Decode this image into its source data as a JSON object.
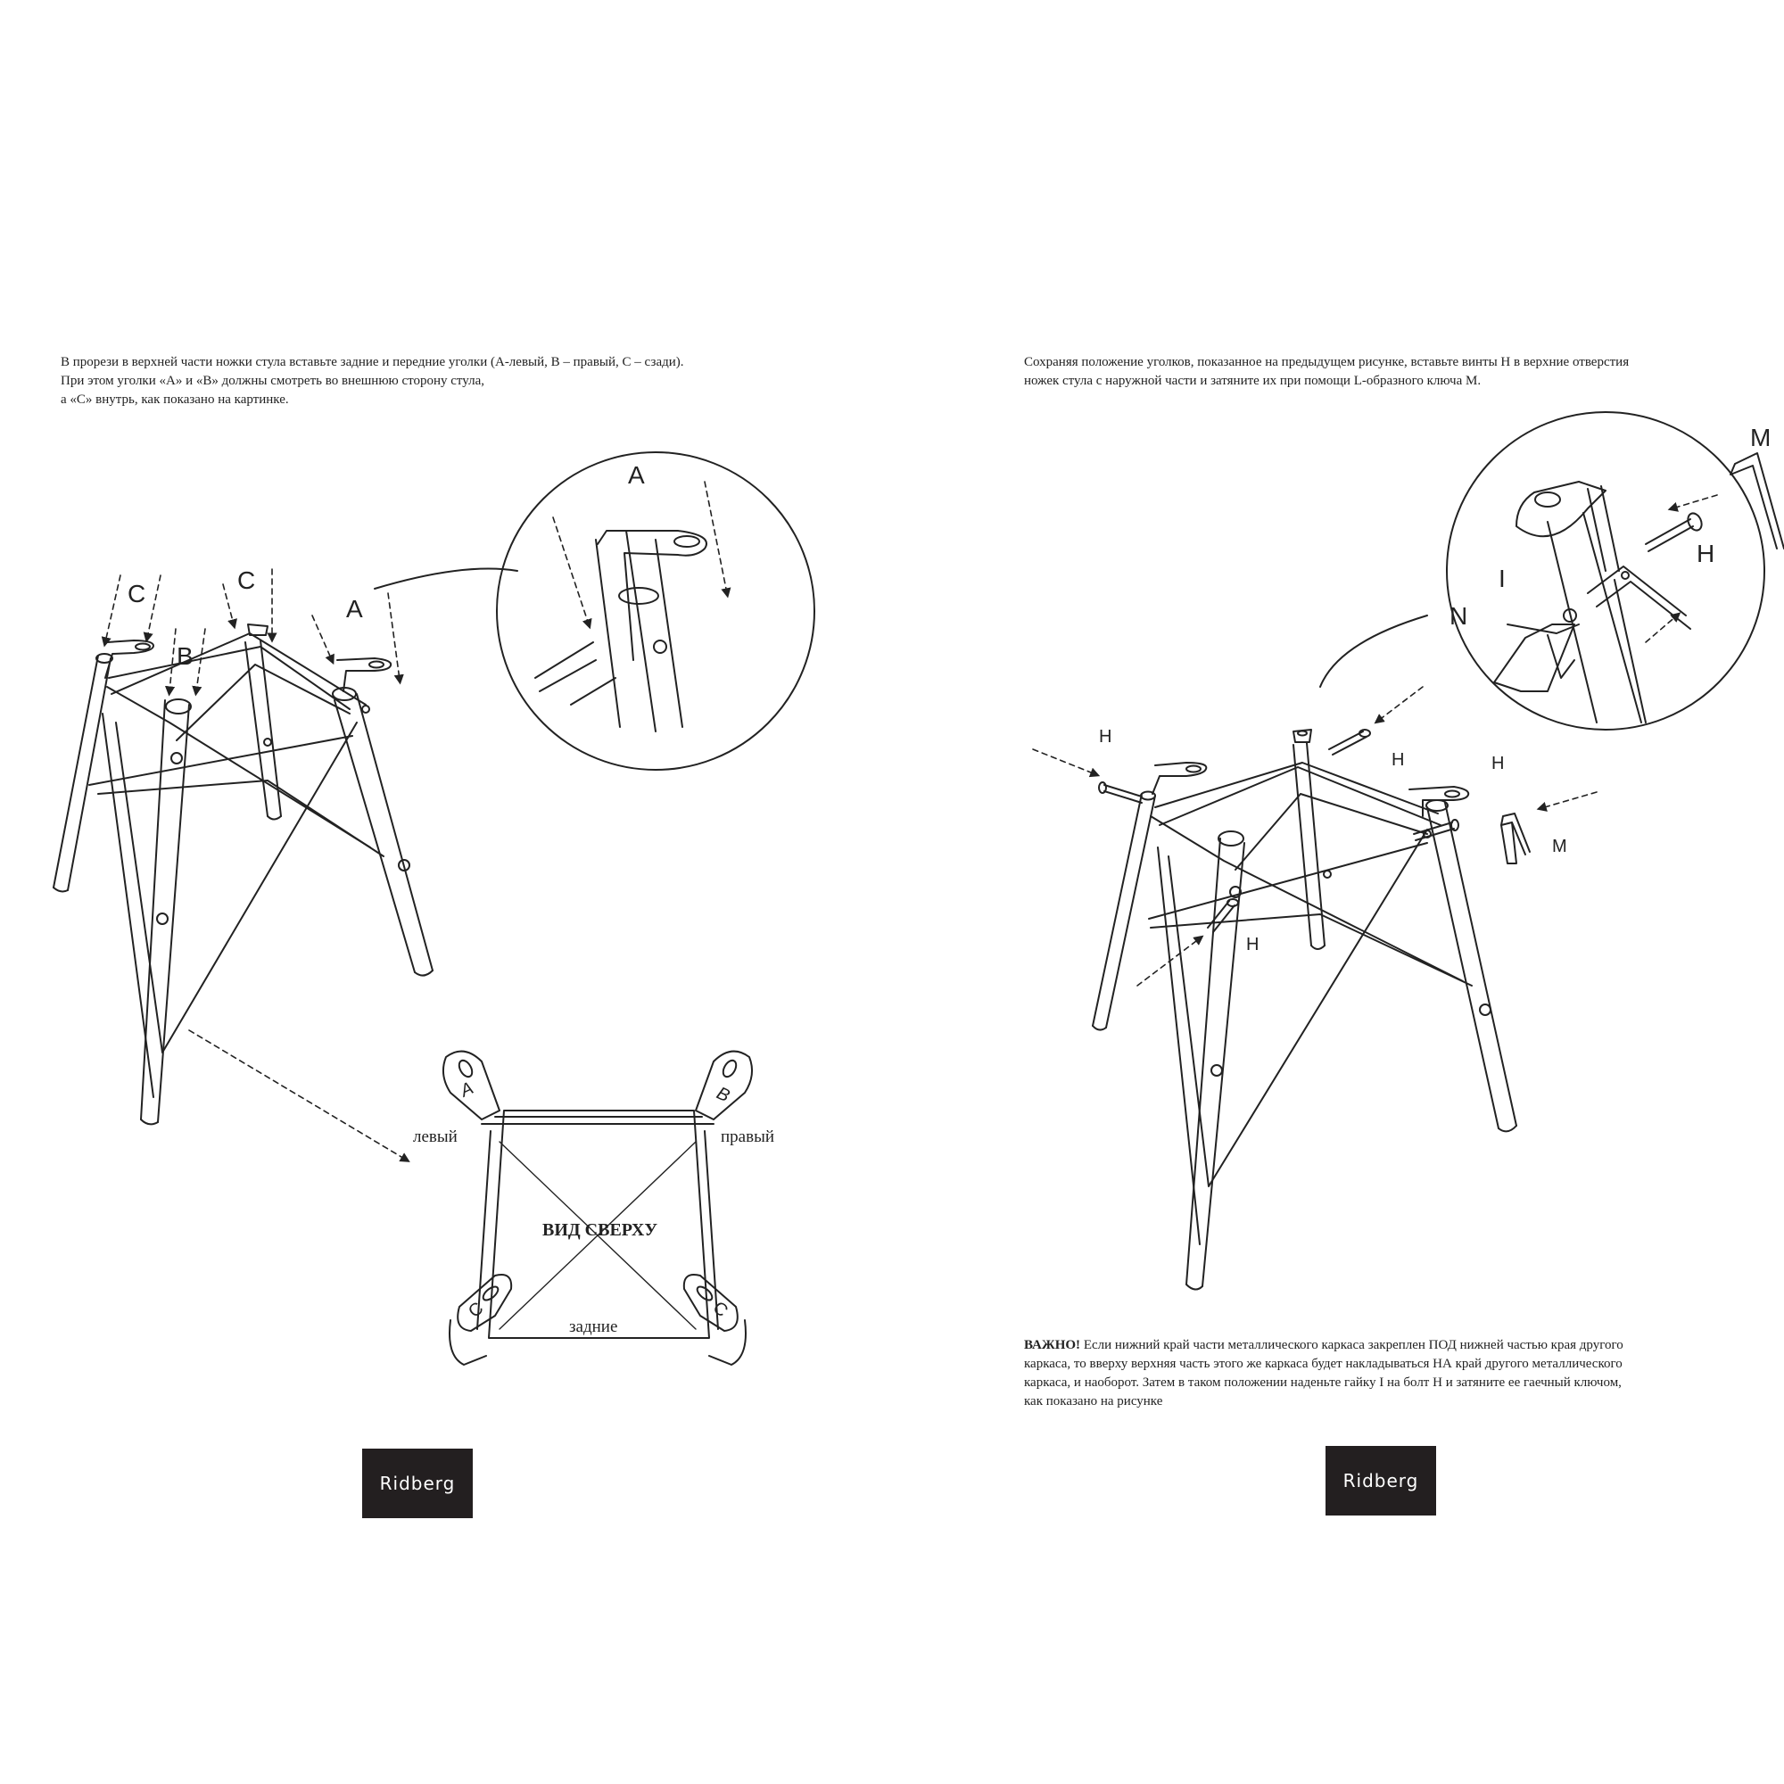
{
  "left_page": {
    "instruction_lines": [
      "В прорези в верхней части ножки стула вставьте задние и передние уголки (А-левый, В – правый, С – сзади).",
      "При этом уголки «А» и «В» должны смотреть во внешнюю сторону стула,",
      "а «С» внутрь, как показано на картинке."
    ],
    "labels": {
      "c1": "C",
      "c2": "C",
      "b": "B",
      "a": "A",
      "zoom_a": "A",
      "view_title": "ВИД СВЕРХУ",
      "left": "левый",
      "right": "правый",
      "back": "задние",
      "bracket_a": "A",
      "bracket_b": "B",
      "bracket_c1": "C",
      "bracket_c2": "C"
    },
    "logo": "Ridberg"
  },
  "right_page": {
    "instruction_lines": [
      "Сохраняя положение уголков, показанное на предыдущем рисунке, вставьте винты H в верхние отверстия",
      "ножек стула с наружной части и затяните их при помощи L-образного ключа M."
    ],
    "labels": {
      "m_top": "M",
      "h_top": "H",
      "i": "I",
      "n": "N",
      "h1": "H",
      "h2": "H",
      "h3": "H",
      "m": "M",
      "h4": "H"
    },
    "important": {
      "lead": "ВАЖНО!",
      "lines": [
        " Если нижний край части металлического каркаса закреплен ПОД нижней частью края другого",
        "каркаса, то вверху верхняя часть этого же каркаса будет накладываться НА край другого металлического",
        "каркаса, и наоборот. Затем в таком положении наденьте гайку I на болт H и затяните ее гаечный ключом,",
        "как показано на рисунке"
      ]
    },
    "logo": "Ridberg"
  }
}
